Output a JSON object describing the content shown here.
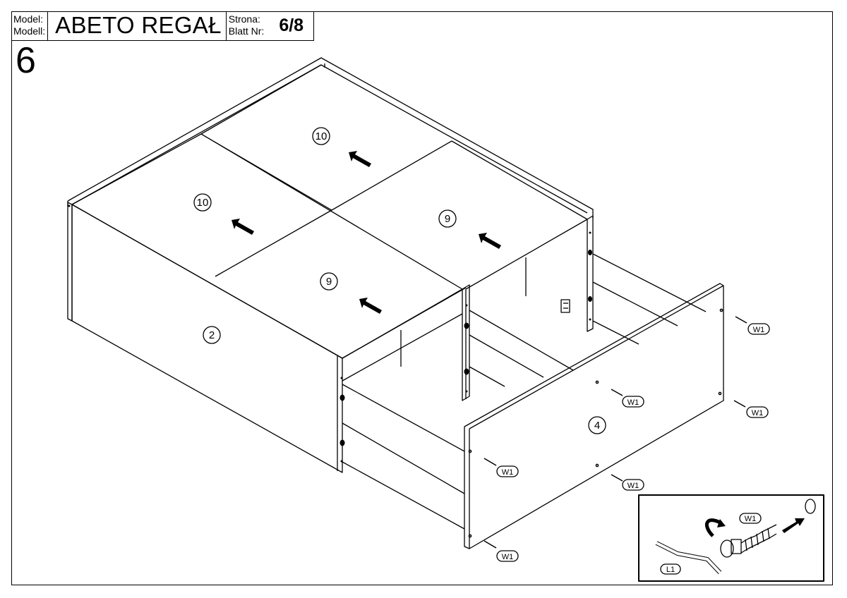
{
  "header": {
    "model_label_1": "Model:",
    "model_label_2": "Modell:",
    "model_name": "ABETO REGAŁ",
    "page_label_1": "Strona:",
    "page_label_2": "Blatt Nr:",
    "page_number": "6/8"
  },
  "step_number": "6",
  "part_labels": {
    "panel_10_back": "10",
    "panel_10_front": "10",
    "panel_9_back": "9",
    "panel_9_front": "9",
    "side_panel": "2",
    "front_panel": "4"
  },
  "hardware_labels": {
    "w1_a": "W1",
    "w1_b": "W1",
    "w1_c": "W1",
    "w1_d": "W1",
    "w1_e": "W1",
    "w1_f": "W1"
  },
  "detail": {
    "screw_label": "W1",
    "key_label": "L1"
  }
}
